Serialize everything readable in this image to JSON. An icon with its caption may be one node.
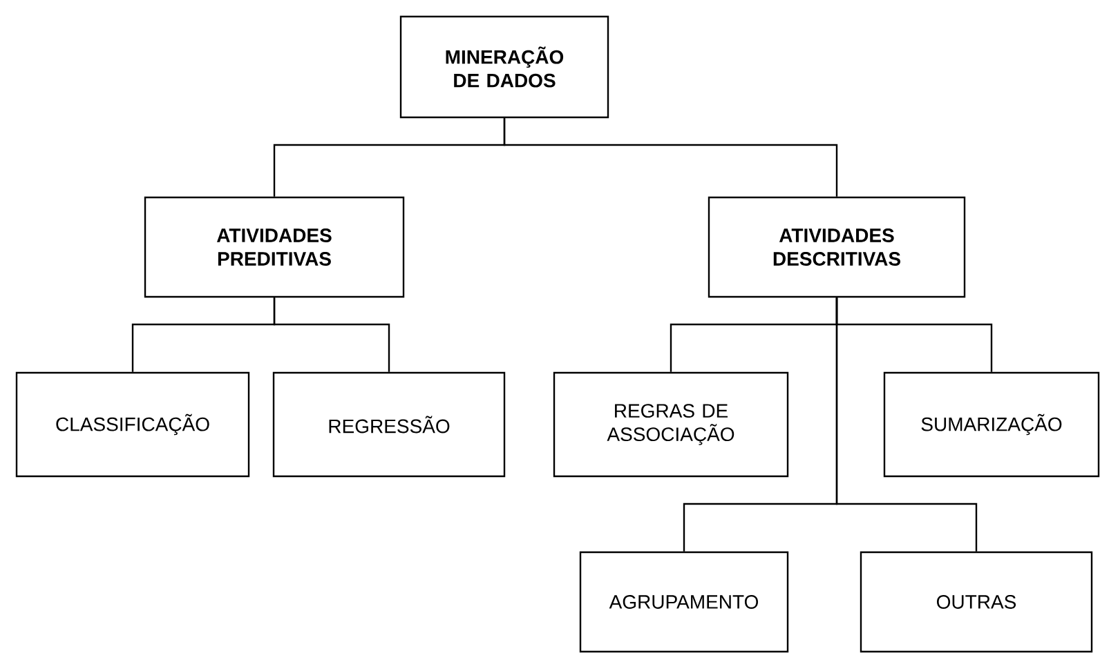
{
  "diagram": {
    "nodes": [
      {
        "text": [
          "MINERAÇÃO DE DADOS"
        ]
      },
      {
        "text": [
          "ATIVIDADES PREDITIVAS"
        ]
      },
      {
        "text": [
          "ATIVIDADES DESCRITIVAS"
        ]
      },
      {
        "text": [
          "CLASSIFICAÇÃO"
        ]
      },
      {
        "text": [
          "REGRESSÃO"
        ]
      },
      {
        "text": [
          "REGRAS DE ASSOCIAÇÃO"
        ]
      },
      {
        "text": [
          "SUMARIZAÇÃO"
        ]
      },
      {
        "text": [
          "AGRUPAMENTO"
        ]
      },
      {
        "text": [
          "OUTRAS"
        ]
      }
    ],
    "edges": [
      {
        "from": 0,
        "to": 1,
        "arrow": "none"
      },
      {
        "from": 0,
        "to": 2,
        "arrow": "none"
      },
      {
        "from": 1,
        "to": 3,
        "arrow": "none"
      },
      {
        "from": 1,
        "to": 4,
        "arrow": "none"
      },
      {
        "from": 2,
        "to": 5,
        "arrow": "none"
      },
      {
        "from": 2,
        "to": 6,
        "arrow": "none"
      },
      {
        "from": 2,
        "to": 7,
        "arrow": "none"
      },
      {
        "from": 2,
        "to": 8,
        "arrow": "none"
      }
    ]
  }
}
